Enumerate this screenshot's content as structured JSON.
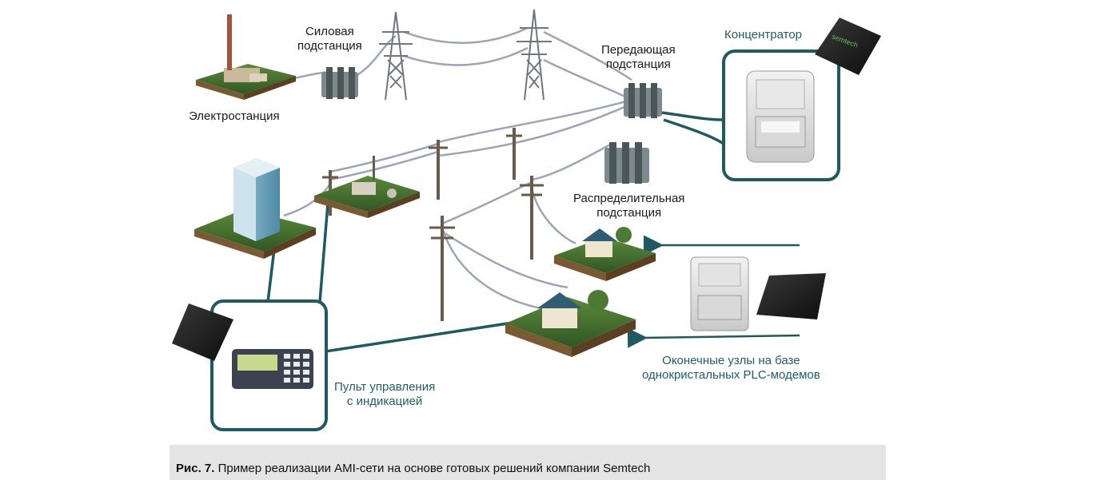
{
  "labels": {
    "power_plant": "Электростанция",
    "power_substation": "Силовая\nподстанция",
    "transmitting_substation": "Передающая\nподстанция",
    "concentrator": "Концентратор",
    "distribution_substation": "Распределительная\nподстанция",
    "control_panel": "Пульт управления\nс индикацией",
    "end_nodes": "Оконечные узлы на базе\nоднокристальных PLC-модемов"
  },
  "caption": {
    "number": "Рис. 7.",
    "text": " Пример реализации AMI-сети на основе готовых решений компании Semtech"
  },
  "colors": {
    "teal_frame": "#1f5a62",
    "teal_text": "#1d5e66",
    "wire": "#9aa5b8",
    "grass": "#3d6b2e",
    "caption_bg": "#e4e4e4"
  },
  "icons": [
    "tower-icon",
    "substation-icon",
    "pole-icon",
    "house-icon",
    "meter-icon",
    "chip-icon",
    "building-icon",
    "factory-icon"
  ]
}
